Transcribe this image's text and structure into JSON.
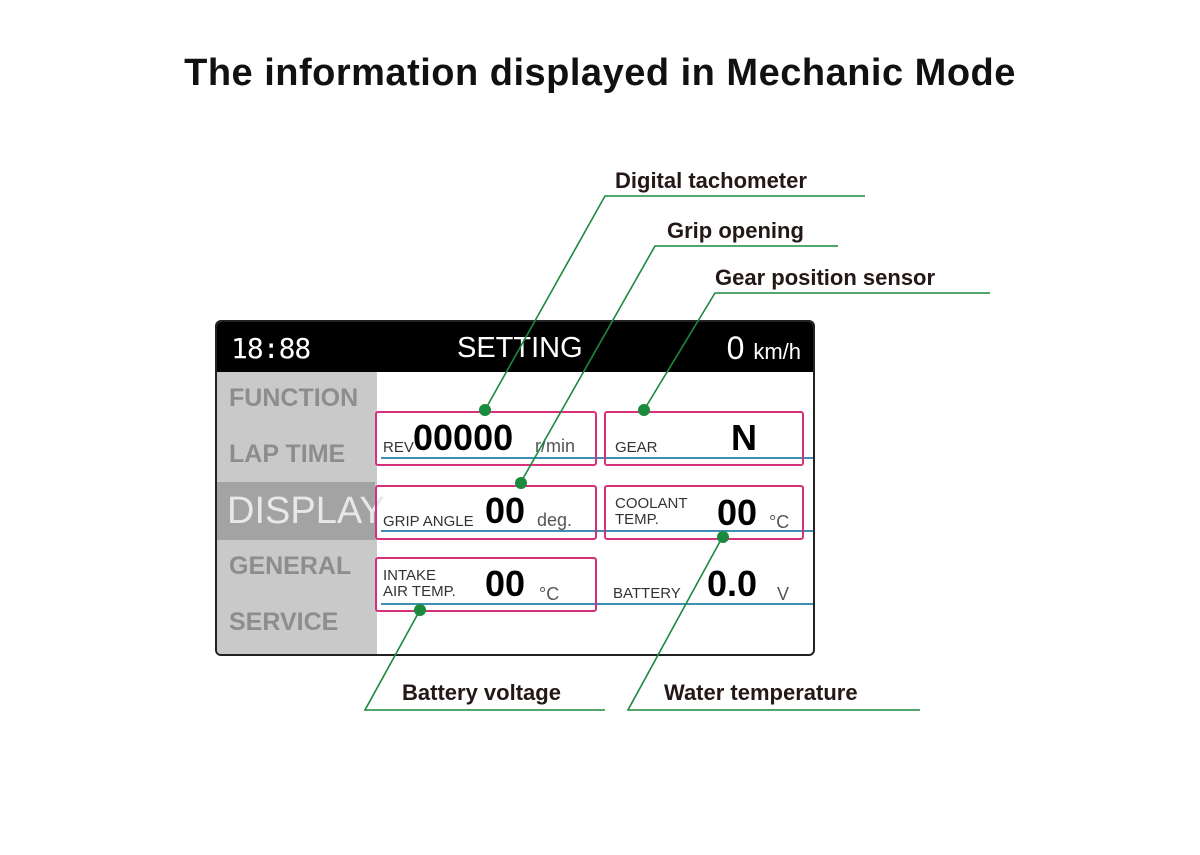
{
  "title": "The information displayed in Mechanic Mode",
  "callouts": {
    "tach": "Digital tachometer",
    "grip": "Grip opening",
    "gear": "Gear position sensor",
    "battery": "Battery voltage",
    "water": "Water temperature"
  },
  "screen": {
    "clock": "18:88",
    "header": "SETTING",
    "speed": "0",
    "speed_unit": "km/h",
    "menu": [
      "FUNCTION",
      "LAP TIME",
      "DISPLAY",
      "GENERAL",
      "SERVICE"
    ],
    "rev": {
      "label": "REV",
      "value": "00000",
      "unit": "r/min"
    },
    "gear": {
      "label": "GEAR",
      "value": "N"
    },
    "grip": {
      "label": "GRIP ANGLE",
      "value": "00",
      "unit": "deg."
    },
    "coolant": {
      "label1": "COOLANT",
      "label2": "TEMP.",
      "value": "00",
      "unit": "°C"
    },
    "intake": {
      "label1": "INTAKE",
      "label2": "AIR TEMP.",
      "value": "00",
      "unit": "°C"
    },
    "battery": {
      "label": "BATTERY",
      "value": "0.0",
      "unit": "V"
    }
  },
  "colors": {
    "leader": "#1a8a3c",
    "highlight": "#d4317a",
    "rule": "#3d8fb3"
  }
}
